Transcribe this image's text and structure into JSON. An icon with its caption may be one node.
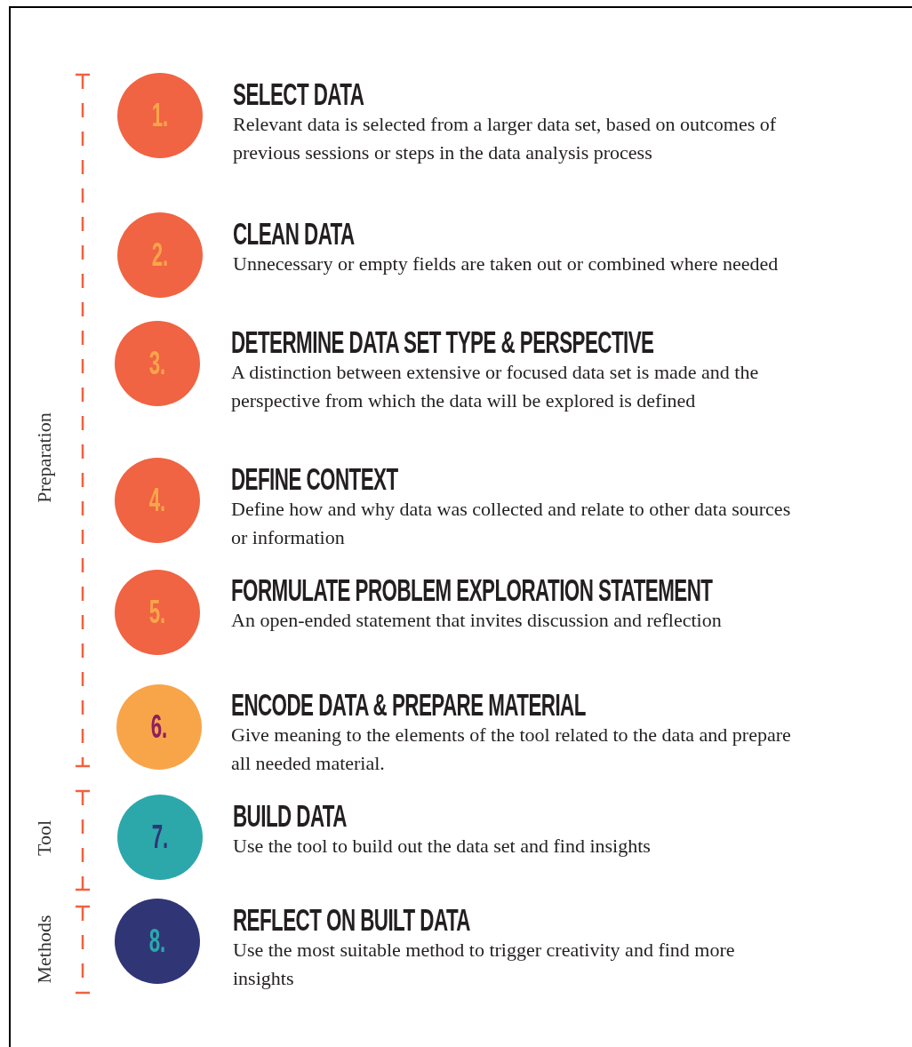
{
  "diagram": {
    "nodes": [
      {
        "text": [
          "1."
        ],
        "beside": [
          "SELECT DATA",
          "Relevant data is selected from a larger data set, based on outcomes of previous sessions or steps in the data analysis process"
        ]
      },
      {
        "text": [
          "2."
        ],
        "beside": [
          "CLEAN DATA",
          "Unnecessary or empty fields are taken out or combined where needed"
        ]
      },
      {
        "text": [
          "3."
        ],
        "beside": [
          "DETERMINE DATA SET TYPE & PERSPECTIVE",
          "A distinction between extensive or focused data set is made and the perspective from which the data will be explored is defined"
        ]
      },
      {
        "text": [
          "4."
        ],
        "beside": [
          "DEFINE CONTEXT",
          "Define how and why data was collected and relate to other data sources or information"
        ]
      },
      {
        "text": [
          "5."
        ],
        "beside": [
          "FORMULATE PROBLEM EXPLORATION STATEMENT",
          "An open-ended statement that invites discussion and reflection"
        ]
      },
      {
        "text": [
          "6."
        ],
        "beside": [
          "ENCODE DATA & PREPARE MATERIAL",
          "Give meaning to the elements of the tool related to the data and prepare all needed material."
        ]
      },
      {
        "text": [
          "7."
        ],
        "beside": [
          "BUILD DATA",
          "Use the tool to build out the data set and find insights"
        ]
      },
      {
        "text": [
          "8."
        ],
        "beside": [
          "REFLECT ON BUILT DATA",
          "Use the most suitable  method to trigger creativity and find more insights"
        ]
      }
    ],
    "labels": [
      "Preparation",
      "Tool",
      "Methods"
    ]
  }
}
